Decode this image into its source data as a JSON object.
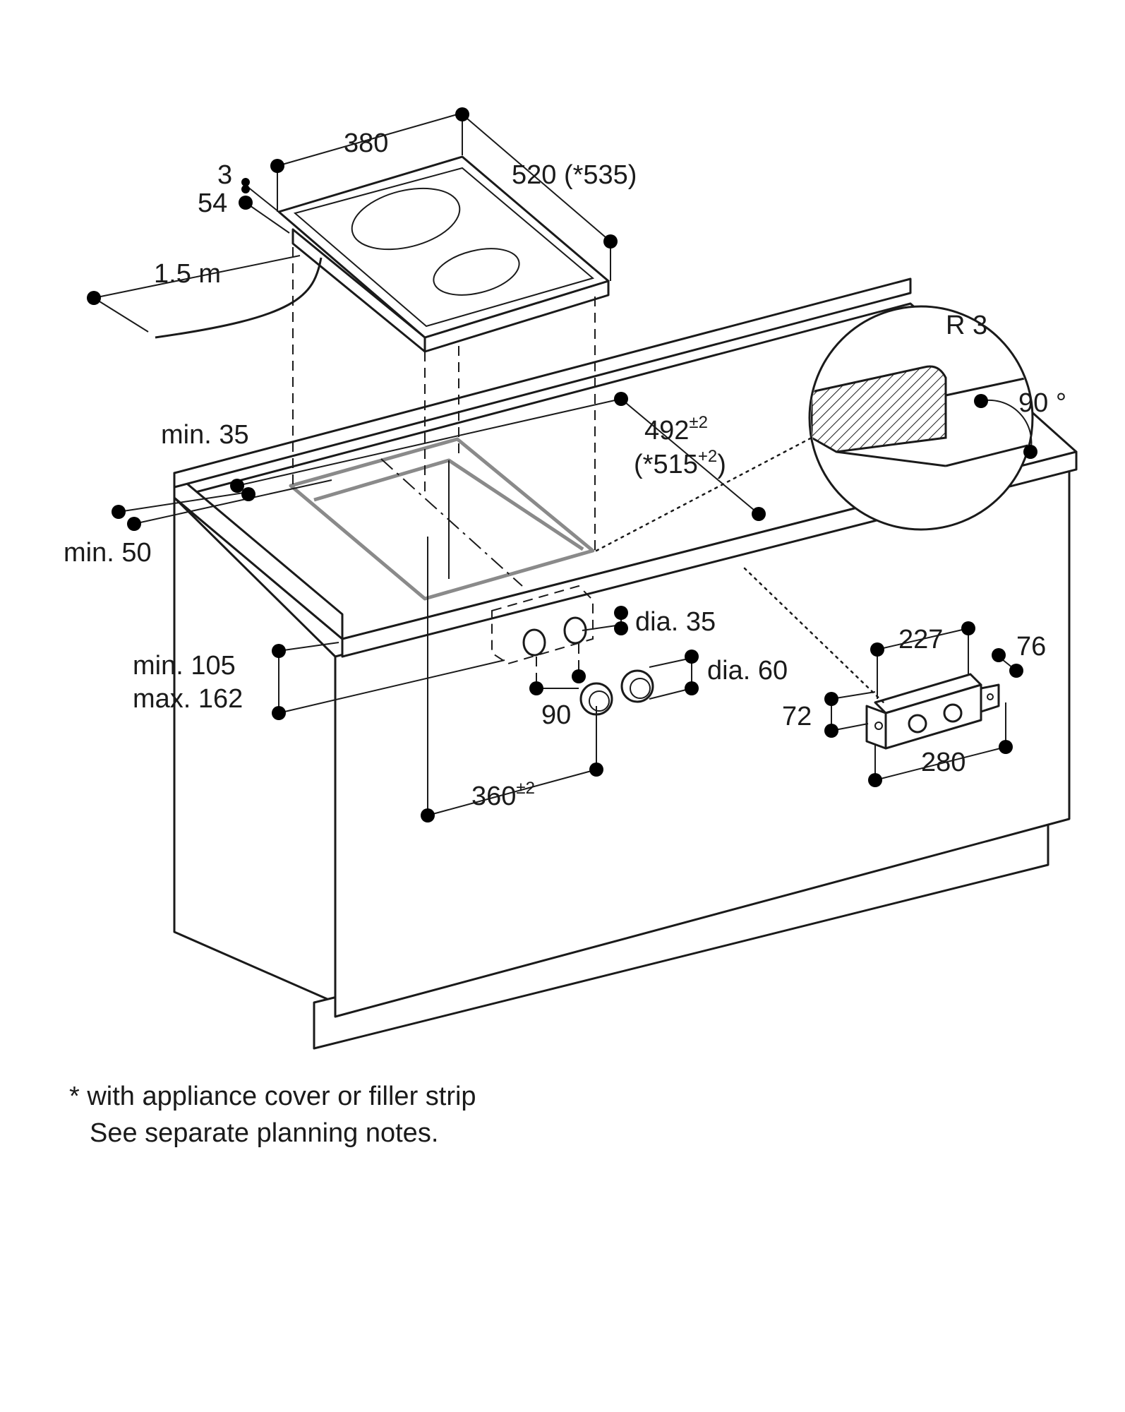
{
  "dimensions": {
    "hob_width": "380",
    "hob_depth": "520 (*535)",
    "frame_height": "3",
    "hob_height": "54",
    "cable_length": "1.5 m",
    "min_back": "min. 35",
    "min_front": "min. 50",
    "cutout_depth_main": "492",
    "cutout_depth_tol": "±2",
    "cutout_depth_alt_open": "(*515",
    "cutout_depth_alt_tol": "+2",
    "cutout_depth_alt_close": ")",
    "cutout_width_main": "360",
    "cutout_width_tol": "±2",
    "front_min": "min. 105",
    "front_max": "max. 162",
    "knob_hole": "dia. 35",
    "knob_dia": "dia. 60",
    "knob_spacing": "90",
    "panel_width": "227",
    "panel_depth": "76",
    "panel_height": "72",
    "panel_mount": "280",
    "radius": "R 3",
    "angle": "90 °"
  },
  "footnote": {
    "line1": "* with appliance cover or filler strip",
    "line2": "See separate planning notes."
  }
}
